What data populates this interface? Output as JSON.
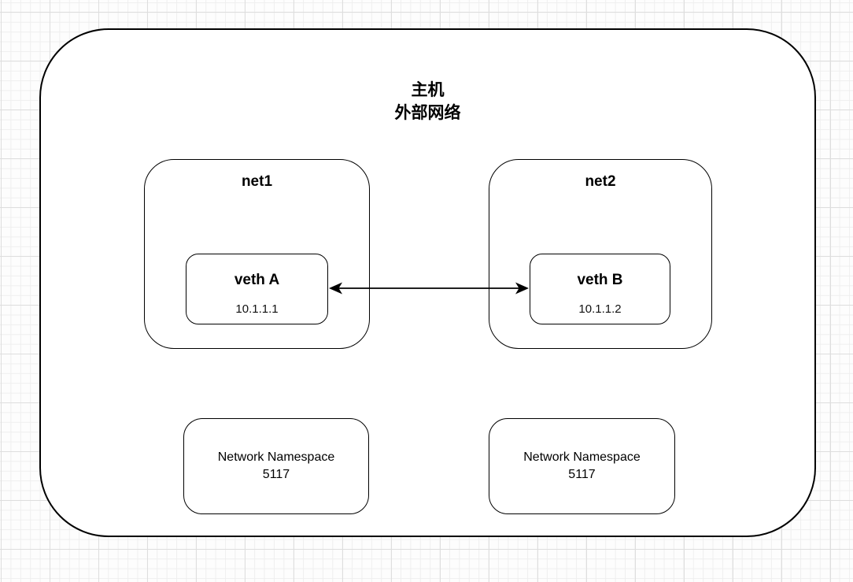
{
  "host": {
    "title_line1": "主机",
    "title_line2": "外部网络"
  },
  "groups": [
    {
      "name": "net1",
      "veth_label": "veth A",
      "veth_ip": "10.1.1.1"
    },
    {
      "name": "net2",
      "veth_label": "veth B",
      "veth_ip": "10.1.1.2"
    }
  ],
  "namespace_boxes": [
    {
      "line1": "Network Namespace",
      "line2": "5117"
    },
    {
      "line1": "Network Namespace",
      "line2": "5117"
    }
  ],
  "connection": {
    "type": "veth-pair",
    "style": "double-headed-arrow"
  },
  "colors": {
    "stroke": "#000000",
    "shape_fill": "#ffffff",
    "canvas_bg": "#fdfdfd",
    "grid_minor": "#efefef",
    "grid_major": "#dedede"
  }
}
